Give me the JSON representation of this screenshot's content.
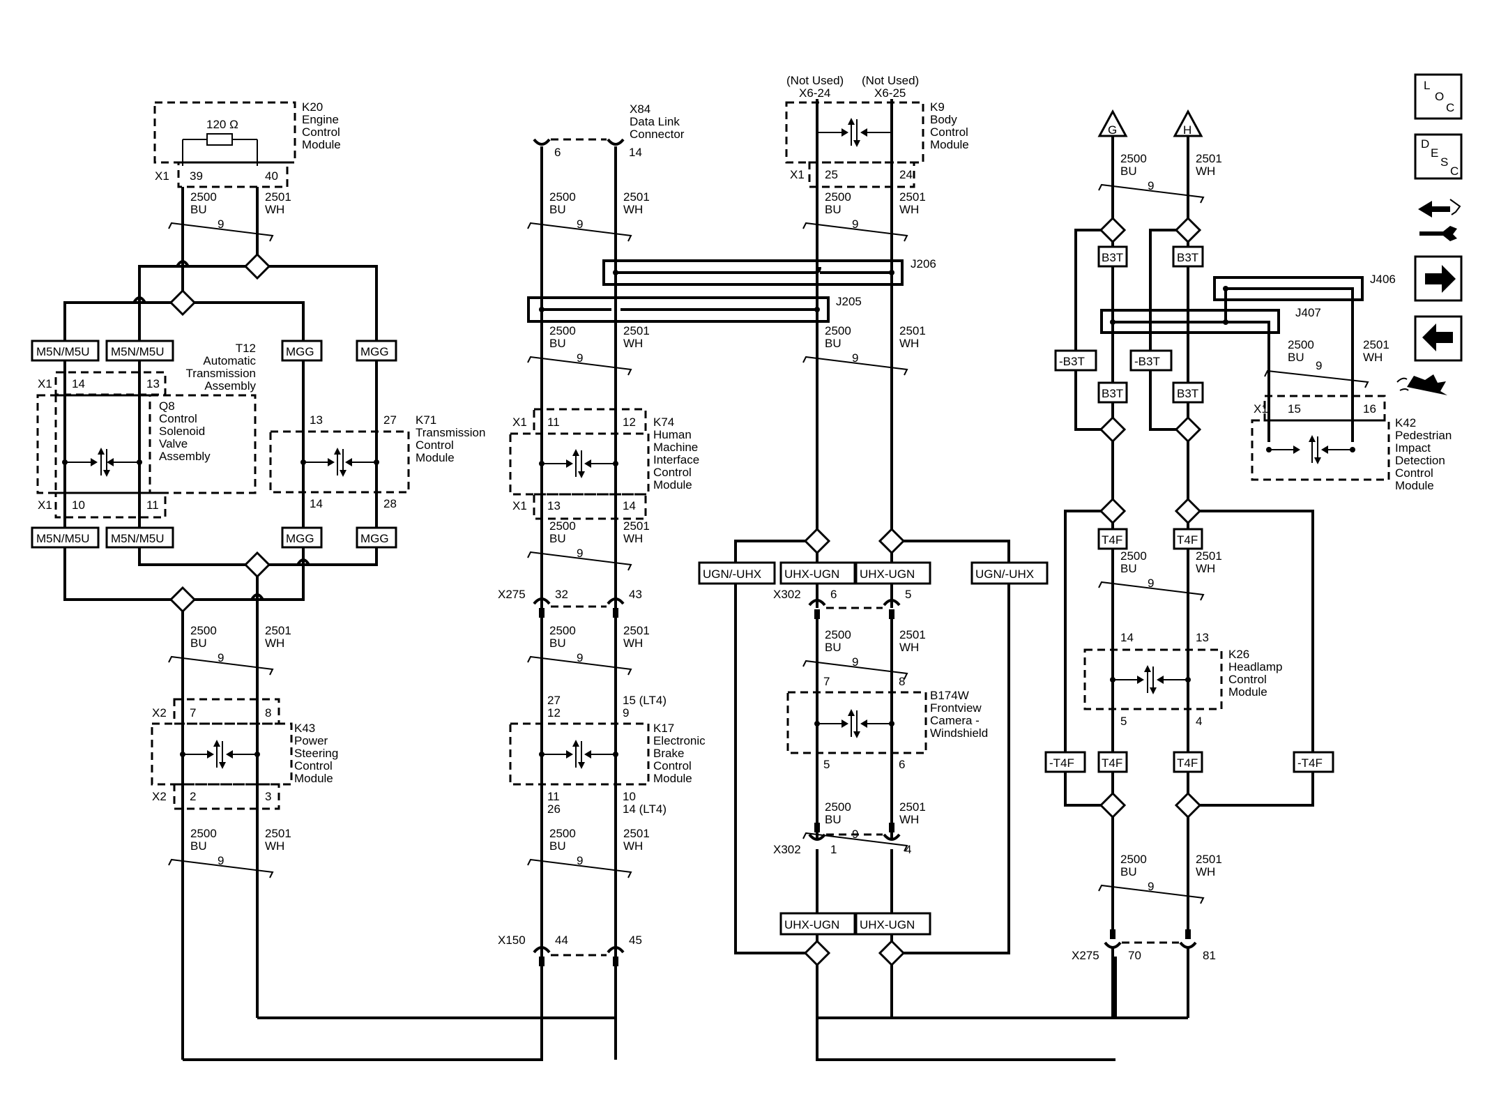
{
  "modules": {
    "k20": [
      "K20",
      "Engine",
      "Control",
      "Module"
    ],
    "k20_res": "120 Ω",
    "x84": [
      "X84",
      "Data Link",
      "Connector"
    ],
    "k9": [
      "K9",
      "Body",
      "Control",
      "Module"
    ],
    "k9_notused_a": [
      "(Not Used)",
      "X6-24"
    ],
    "k9_notused_b": [
      "(Not Used)",
      "X6-25"
    ],
    "t12": [
      "T12",
      "Automatic",
      "Transmission",
      "Assembly"
    ],
    "q8": [
      "Q8",
      "Control",
      "Solenoid",
      "Valve",
      "Assembly"
    ],
    "k71": [
      "K71",
      "Transmission",
      "Control",
      "Module"
    ],
    "k74": [
      "K74",
      "Human",
      "Machine",
      "Interface",
      "Control",
      "Module"
    ],
    "k43": [
      "K43",
      "Power",
      "Steering",
      "Control",
      "Module"
    ],
    "k17": [
      "K17",
      "Electronic",
      "Brake",
      "Control",
      "Module"
    ],
    "b174w": [
      "B174W",
      "Frontview",
      "Camera -",
      "Windshield"
    ],
    "k42": [
      "K42",
      "Pedestrian",
      "Impact",
      "Detection",
      "Control",
      "Module"
    ],
    "k26": [
      "K26",
      "Headlamp",
      "Control",
      "Module"
    ]
  },
  "splices": {
    "j206": "J206",
    "j205": "J205",
    "j406": "J406",
    "j407": "J407"
  },
  "connectors": {
    "x1": "X1",
    "x2": "X2",
    "x275": "X275",
    "x150": "X150",
    "x302": "X302"
  },
  "pins": {
    "k20_l": "39",
    "k20_r": "40",
    "x84_l": "6",
    "x84_r": "14",
    "k9_l": "25",
    "k9_r": "24",
    "q8_tl": "14",
    "q8_tr": "13",
    "q8_bl": "10",
    "q8_br": "11",
    "k71_tl": "13",
    "k71_tr": "27",
    "k71_bl": "14",
    "k71_br": "28",
    "k74_tl": "11",
    "k74_tr": "12",
    "k74_bl": "13",
    "k74_br": "14",
    "x275_l": "32",
    "x275_r": "43",
    "k17_t1": "27",
    "k17_t2": "12",
    "k17_t3": "15 (LT4)",
    "k17_t4": "9",
    "k17_b1": "11",
    "k17_b2": "26",
    "k17_b3": "10",
    "k17_b4": "14 (LT4)",
    "x150_l": "44",
    "x150_r": "45",
    "k43_tl": "7",
    "k43_tr": "8",
    "k43_bl": "2",
    "k43_br": "3",
    "x302a_l": "6",
    "x302a_r": "5",
    "b174_tl": "7",
    "b174_tr": "8",
    "b174_bl": "5",
    "b174_br": "6",
    "x302b_l": "1",
    "x302b_r": "4",
    "k42_l": "15",
    "k42_r": "16",
    "k26_tl": "14",
    "k26_tr": "13",
    "k26_bl": "5",
    "k26_br": "4",
    "x275b_l": "70",
    "x275b_r": "81"
  },
  "wires": {
    "bu_num": "2500",
    "bu_color": "BU",
    "wh_num": "2501",
    "wh_color": "WH",
    "size": "9"
  },
  "options": {
    "m5n": "M5N/M5U",
    "mgg": "MGG",
    "b3t": "B3T",
    "nb3t": "-B3T",
    "t4f": "T4F",
    "nt4f": "-T4F",
    "ugn_uhx": "UGN/-UHX",
    "uhx_ugn": "UHX-UGN"
  },
  "offpage": {
    "g": "G",
    "h": "H"
  },
  "nav": {
    "loc": [
      "L",
      "O",
      "C"
    ],
    "desc": [
      "D",
      "E",
      "S",
      "C"
    ]
  }
}
